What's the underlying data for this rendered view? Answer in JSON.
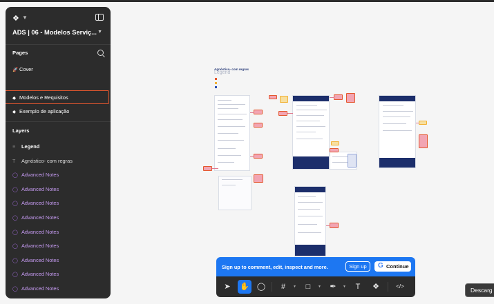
{
  "sidebar": {
    "file_title": "ADS | 06 - Modelos Serviç...",
    "pages_title": "Pages",
    "pages": [
      {
        "label": "Cover",
        "icon": "rocket-icon"
      },
      {
        "label": "Modelos e Requisitos",
        "icon": "diamond-icon",
        "selected": true
      },
      {
        "label": "Exemplo de aplicação",
        "icon": "diamond-icon"
      }
    ],
    "layers_title": "Layers",
    "layers": [
      {
        "label": "Legend",
        "icon": "section-icon"
      },
      {
        "label": "Agnóstico- com regras",
        "icon": "text-icon"
      },
      {
        "label": "Advanced Notes",
        "icon": "component-icon"
      },
      {
        "label": "Advanced Notes",
        "icon": "component-icon"
      },
      {
        "label": "Advanced Notes",
        "icon": "component-icon"
      },
      {
        "label": "Advanced Notes",
        "icon": "component-icon"
      },
      {
        "label": "Advanced Notes",
        "icon": "component-icon"
      },
      {
        "label": "Advanced Notes",
        "icon": "component-icon"
      },
      {
        "label": "Advanced Notes",
        "icon": "component-icon"
      },
      {
        "label": "Advanced Notes",
        "icon": "component-icon"
      },
      {
        "label": "Advanced Notes",
        "icon": "component-icon"
      }
    ]
  },
  "canvas": {
    "legend_heading": "Agnóstico- com regras",
    "legend_label": "Legend"
  },
  "signup_bar": {
    "message": "Sign up to comment, edit, inspect and more.",
    "signup_label": "Sign up",
    "continue_label": "Continue"
  },
  "toolbar": {
    "tools": [
      "move-icon",
      "hand-icon",
      "comment-icon",
      "frame-icon",
      "rectangle-icon",
      "pen-icon",
      "text-icon",
      "components-icon",
      "dev-mode-icon"
    ]
  },
  "tooltip": {
    "label": "Descarg"
  },
  "colors": {
    "accent": "#1d77f2",
    "selection": "#e4572e",
    "note_purple": "#c69bf2",
    "sidebar_bg": "#2c2c2c",
    "frame_blue": "#1c2e6b"
  }
}
